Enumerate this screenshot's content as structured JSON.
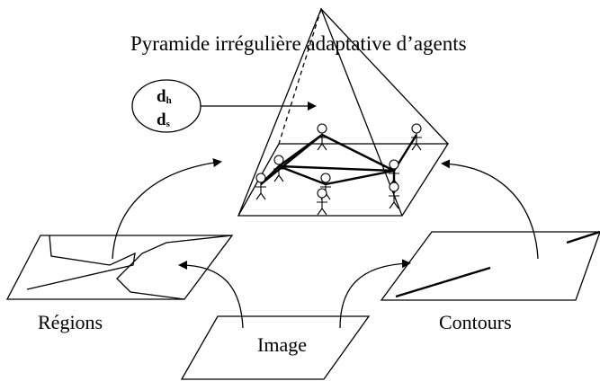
{
  "diagram": {
    "title": "Pyramide irrégulière adaptative d’agents",
    "distances": {
      "first": {
        "base": "d",
        "subscript": "h"
      },
      "second": {
        "base": "d",
        "subscript": "s"
      }
    },
    "labels": {
      "regions": "Régions",
      "image": "Image",
      "contours": "Contours"
    },
    "agent_count": 8,
    "colors": {
      "ink": "#000000",
      "background": "#ffffff"
    }
  }
}
